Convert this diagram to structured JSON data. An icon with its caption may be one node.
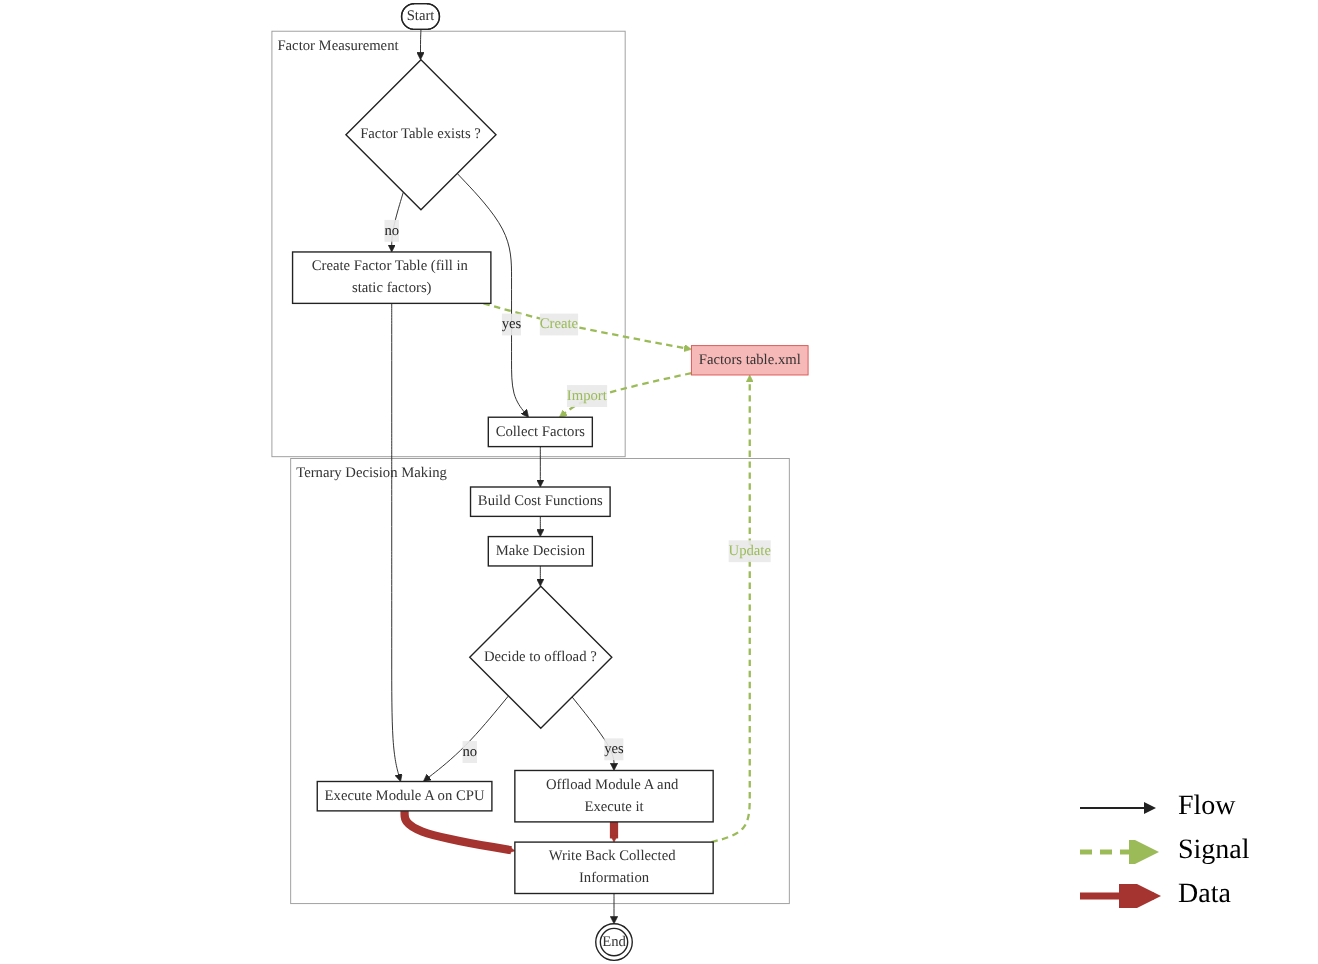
{
  "diagram": {
    "nodes": [
      {
        "text": [
          "Factors table.xml"
        ]
      },
      {
        "text": [
          "Start"
        ]
      },
      {
        "text": [
          "Factor Measurement"
        ]
      },
      {
        "text": [
          "Factor Table exists ?"
        ],
        "in": 2
      },
      {
        "text": [
          "Collect Factors"
        ],
        "in": 2
      },
      {
        "text": [
          "Create Factor Table (fill in static factors)"
        ],
        "in": 2
      },
      {
        "text": [
          "Ternary Decision Making"
        ]
      },
      {
        "text": [
          "Build Cost Functions"
        ],
        "in": 6
      },
      {
        "text": [
          "Execute Module A on CPU"
        ],
        "in": 6
      },
      {
        "text": [
          "Decide to offload ?"
        ],
        "in": 6
      },
      {
        "text": [
          "Make Decision"
        ],
        "in": 6
      },
      {
        "text": [
          "Write Back Collected Information"
        ],
        "in": 6
      },
      {
        "text": [
          "Offload Module A and Execute it"
        ],
        "in": 6
      },
      {
        "text": [
          "End"
        ]
      }
    ],
    "edges": [
      {
        "from": 1,
        "to": 3,
        "arrow": "to"
      },
      {
        "from": 3,
        "to": 4,
        "arrow": "to",
        "label": "yes"
      },
      {
        "from": 3,
        "to": 5,
        "arrow": "to",
        "label": "no"
      },
      {
        "from": 5,
        "to": 0,
        "arrow": "to",
        "label": "Create",
        "style": "dashed",
        "color": "#9bbb59"
      },
      {
        "from": 0,
        "to": 4,
        "arrow": "to",
        "label": "Import",
        "style": "dashed",
        "color": "#9bbb59"
      },
      {
        "from": 11,
        "to": 0,
        "arrow": "to",
        "label": "Update",
        "style": "dashed",
        "color": "#9bbb59"
      },
      {
        "from": 4,
        "to": 7,
        "arrow": "to"
      },
      {
        "from": 5,
        "to": 8,
        "arrow": "to"
      },
      {
        "from": 7,
        "to": 10,
        "arrow": "to"
      },
      {
        "from": 10,
        "to": 9,
        "arrow": "to"
      },
      {
        "from": 9,
        "to": 8,
        "arrow": "to",
        "label": "no"
      },
      {
        "from": 9,
        "to": 12,
        "arrow": "to",
        "label": "yes"
      },
      {
        "from": 8,
        "to": 11,
        "arrow": "to",
        "style": "thick",
        "color": "#a5332f"
      },
      {
        "from": 12,
        "to": 11,
        "arrow": "to",
        "style": "thick",
        "color": "#a5332f"
      },
      {
        "from": 11,
        "to": 13,
        "arrow": "to"
      }
    ],
    "legend": [
      {
        "text": "Flow"
      },
      {
        "text": "Signal"
      },
      {
        "text": "Data"
      }
    ]
  }
}
